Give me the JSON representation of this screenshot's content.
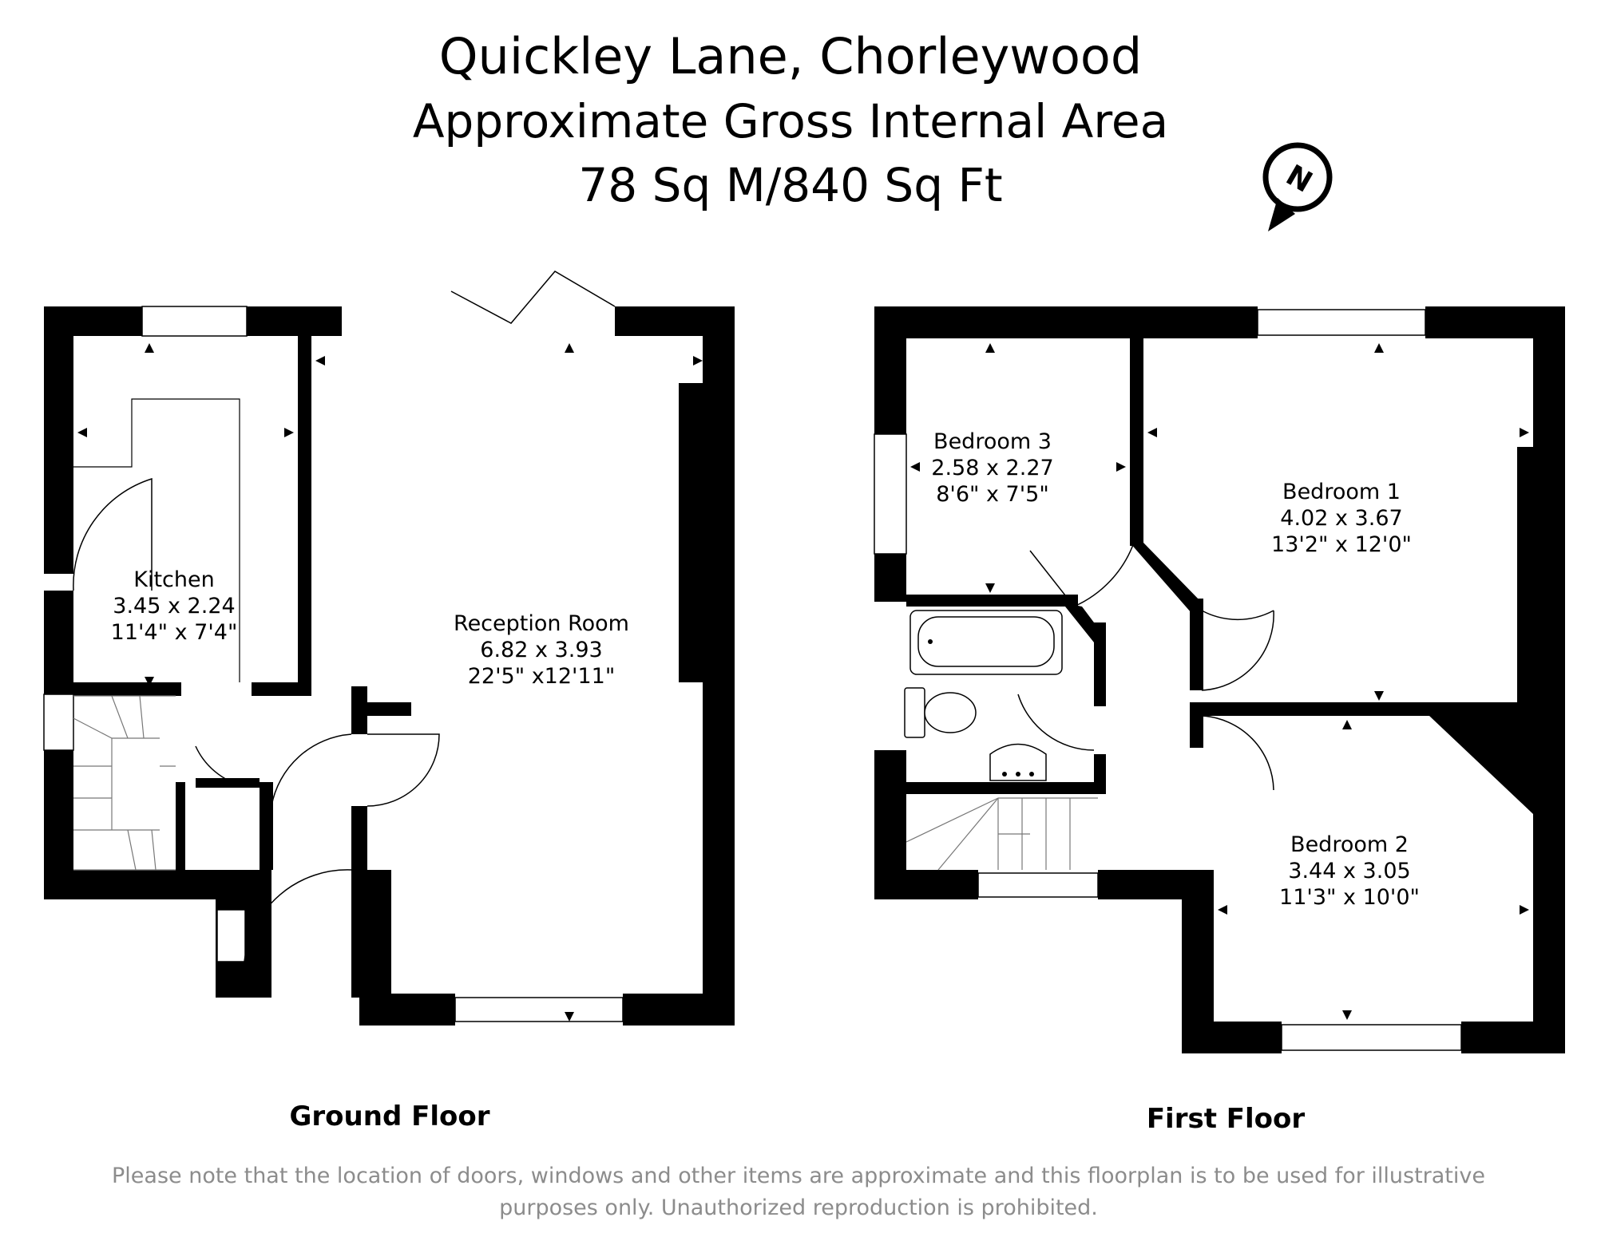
{
  "header": {
    "title": "Quickley Lane, Chorleywood",
    "subtitle": "Approximate Gross Internal Area",
    "area": "78 Sq M/840 Sq Ft"
  },
  "compass": {
    "label": "N",
    "icon": "north-compass-icon"
  },
  "floors": {
    "ground": {
      "label": "Ground Floor",
      "rooms": [
        {
          "name": "Kitchen",
          "metric": "3.45 x 2.24",
          "imperial": "11'4\" x 7'4\""
        },
        {
          "name": "Reception Room",
          "metric": "6.82 x 3.93",
          "imperial": "22'5\" x12'11\""
        }
      ]
    },
    "first": {
      "label": "First Floor",
      "rooms": [
        {
          "name": "Bedroom 3",
          "metric": "2.58 x 2.27",
          "imperial": "8'6\" x 7'5\""
        },
        {
          "name": "Bedroom 1",
          "metric": "4.02 x 3.67",
          "imperial": "13'2\" x 12'0\""
        },
        {
          "name": "Bedroom 2",
          "metric": "3.44 x 3.05",
          "imperial": "11'3\" x 10'0\""
        }
      ]
    }
  },
  "disclaimer": {
    "line1": "Please note that the location of doors, windows and other items are approximate and this floorplan is to be used for illustrative",
    "line2": "purposes only. Unauthorized reproduction is prohibited."
  }
}
